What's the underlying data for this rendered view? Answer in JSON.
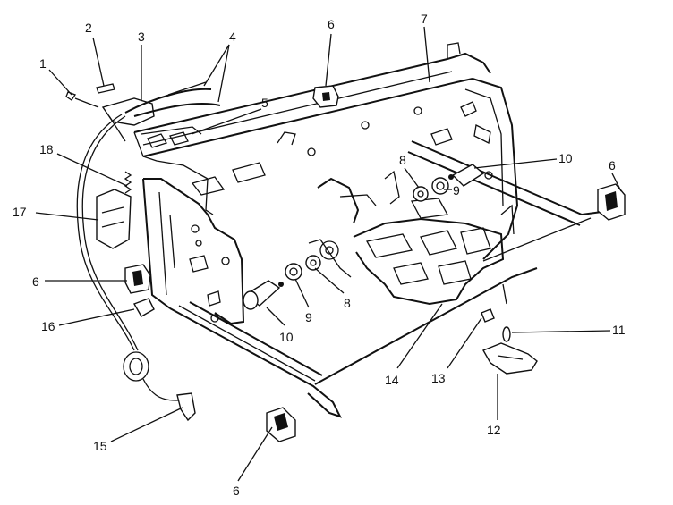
{
  "callouts": [
    {
      "id": "c1",
      "text": "1"
    },
    {
      "id": "c2",
      "text": "2"
    },
    {
      "id": "c3",
      "text": "3"
    },
    {
      "id": "c4",
      "text": "4"
    },
    {
      "id": "c5",
      "text": "5"
    },
    {
      "id": "c6a",
      "text": "6"
    },
    {
      "id": "c6b",
      "text": "6"
    },
    {
      "id": "c6c",
      "text": "6"
    },
    {
      "id": "c6d",
      "text": "6"
    },
    {
      "id": "c7",
      "text": "7"
    },
    {
      "id": "c8a",
      "text": "8"
    },
    {
      "id": "c8b",
      "text": "8"
    },
    {
      "id": "c9a",
      "text": "9"
    },
    {
      "id": "c9b",
      "text": "9"
    },
    {
      "id": "c10a",
      "text": "10"
    },
    {
      "id": "c10b",
      "text": "10"
    },
    {
      "id": "c11",
      "text": "11"
    },
    {
      "id": "c12",
      "text": "12"
    },
    {
      "id": "c13",
      "text": "13"
    },
    {
      "id": "c14",
      "text": "14"
    },
    {
      "id": "c15",
      "text": "15"
    },
    {
      "id": "c16",
      "text": "16"
    },
    {
      "id": "c17",
      "text": "17"
    },
    {
      "id": "c18",
      "text": "18"
    }
  ]
}
